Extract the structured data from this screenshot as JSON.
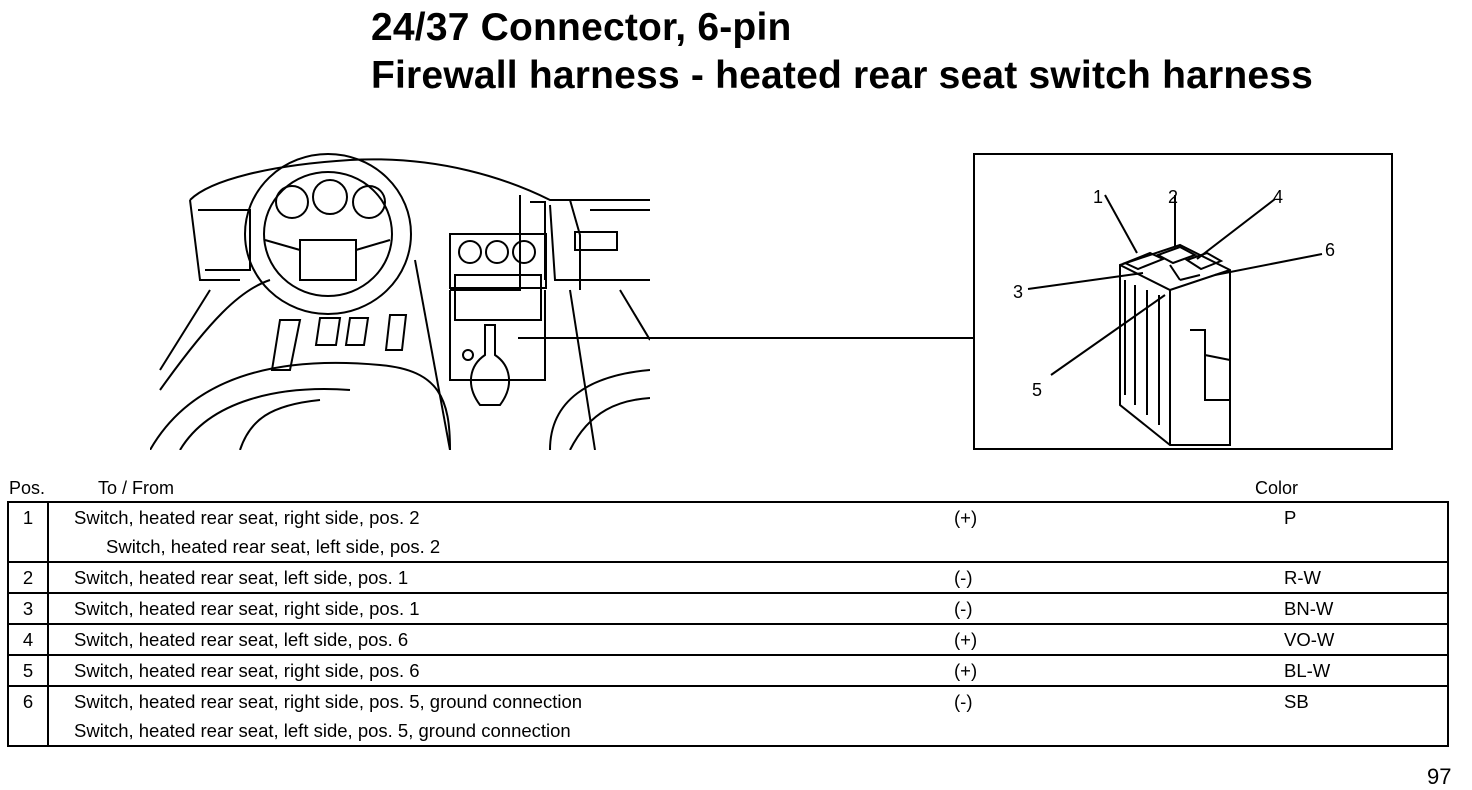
{
  "title": {
    "line1": "24/37 Connector, 6-pin",
    "line2": "Firewall harness - heated rear seat switch harness"
  },
  "connector_pin_labels": [
    "1",
    "2",
    "3",
    "4",
    "5",
    "6"
  ],
  "table": {
    "headers": {
      "pos": "Pos.",
      "to_from": "To / From",
      "color": "Color"
    },
    "rows": [
      {
        "pos": "1",
        "lines": [
          "Switch, heated rear seat, right side, pos. 2",
          "Switch, heated rear seat, left side, pos. 2"
        ],
        "polarity": "(+)",
        "color": "P"
      },
      {
        "pos": "2",
        "lines": [
          "Switch, heated rear seat, left side, pos. 1"
        ],
        "polarity": "(-)",
        "color": "R-W"
      },
      {
        "pos": "3",
        "lines": [
          "Switch, heated rear seat, right side, pos. 1"
        ],
        "polarity": "(-)",
        "color": "BN-W"
      },
      {
        "pos": "4",
        "lines": [
          "Switch, heated rear seat, left side, pos. 6"
        ],
        "polarity": "(+)",
        "color": "VO-W"
      },
      {
        "pos": "5",
        "lines": [
          "Switch, heated rear seat, right side, pos. 6"
        ],
        "polarity": "(+)",
        "color": "BL-W"
      },
      {
        "pos": "6",
        "lines": [
          "Switch, heated rear seat, right side, pos. 5, ground connection",
          "Switch, heated rear seat, left side, pos. 5, ground connection"
        ],
        "polarity": "(-)",
        "color": "SB"
      }
    ]
  },
  "page_number": "97"
}
